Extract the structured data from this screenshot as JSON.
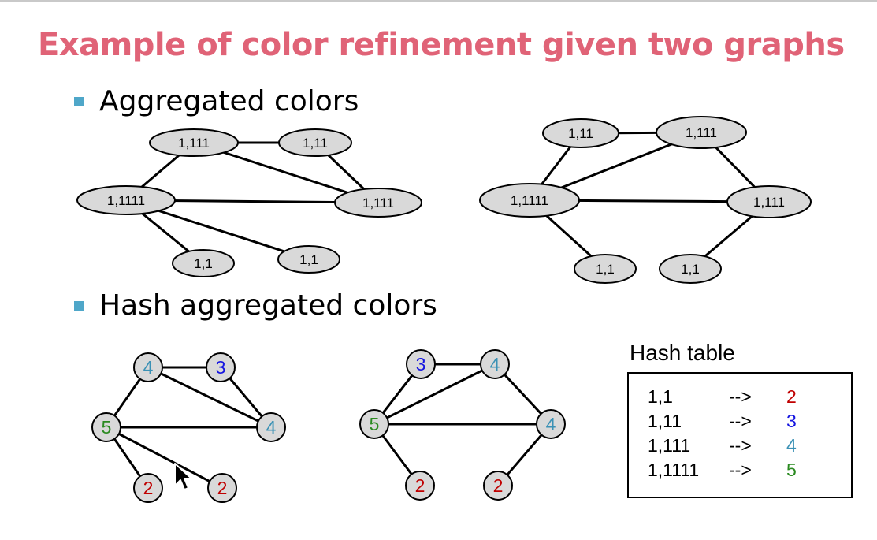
{
  "slide": {
    "title": "Example of color refinement given two graphs",
    "bullet1": "Aggregated colors",
    "bullet2": "Hash aggregated colors"
  },
  "colors": {
    "title": "#e06377",
    "bullet": "#4fa7c9",
    "node_fill": "#d9d9d9",
    "hash_2": "#c00000",
    "hash_3": "#1515e0",
    "hash_4": "#3a91b5",
    "hash_5": "#2a8a20"
  },
  "agg_graph_left": {
    "nodes": [
      "1,111",
      "1,11",
      "1,1111",
      "1,111",
      "1,1",
      "1,1"
    ]
  },
  "agg_graph_right": {
    "nodes": [
      "1,11",
      "1,111",
      "1,1111",
      "1,111",
      "1,1",
      "1,1"
    ]
  },
  "hash_graph_left": {
    "nodes": [
      "4",
      "3",
      "5",
      "4",
      "2",
      "2"
    ]
  },
  "hash_graph_right": {
    "nodes": [
      "3",
      "4",
      "5",
      "4",
      "2",
      "2"
    ]
  },
  "hash_table": {
    "title": "Hash table",
    "rows": [
      {
        "key": "1,1",
        "arrow": "-->",
        "value": "2"
      },
      {
        "key": "1,11",
        "arrow": "-->",
        "value": "3"
      },
      {
        "key": "1,111",
        "arrow": "-->",
        "value": "4"
      },
      {
        "key": "1,1111",
        "arrow": "-->",
        "value": "5"
      }
    ]
  }
}
